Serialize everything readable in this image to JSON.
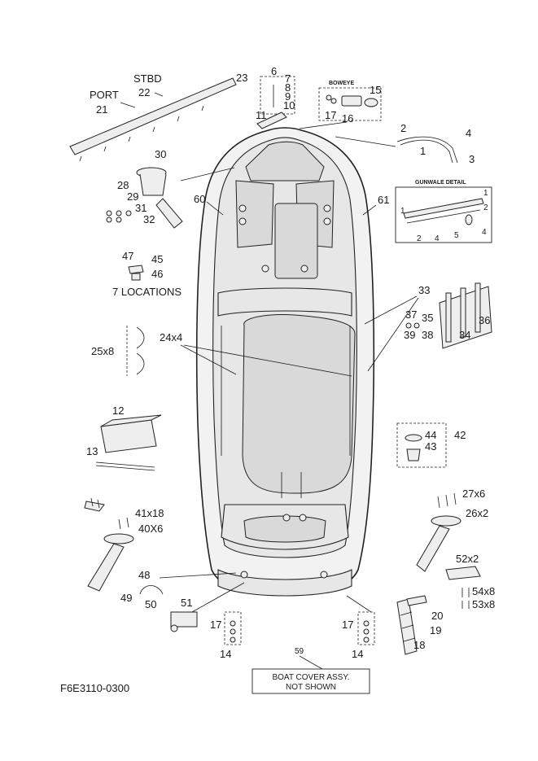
{
  "diagram": {
    "code": "F6E3110-0300",
    "callouts": {
      "port": "PORT",
      "stbd": "STBD",
      "c21": "21",
      "c22": "22",
      "c23": "23",
      "c6": "6",
      "c7": "7",
      "c8": "8",
      "c9": "9",
      "c10": "10",
      "c11": "11",
      "boweye": "BOWEYE",
      "c15": "15",
      "c16": "16",
      "c17_top": "17",
      "c2": "2",
      "c1": "1",
      "c4": "4",
      "c3": "3",
      "gunwale_detail": "GUNWALE DETAIL",
      "gd1a": "1",
      "gd1b": "1",
      "gd2a": "2",
      "gd2b": "2",
      "gd4a": "4",
      "gd4b": "4",
      "gd5": "5",
      "c30": "30",
      "c28": "28",
      "c29": "29",
      "c31": "31",
      "c32": "32",
      "c60": "60",
      "c61": "61",
      "c47": "47",
      "c45": "45",
      "c46": "46",
      "seven_locations": "7 LOCATIONS",
      "c33": "33",
      "c37": "37",
      "c35": "35",
      "c36": "36",
      "c39": "39",
      "c38": "38",
      "c34": "34",
      "c25x8": "25x8",
      "c24x4": "24x4",
      "c12": "12",
      "c13": "13",
      "c44": "44",
      "c43": "43",
      "c42": "42",
      "c27x6": "27x6",
      "c26x2": "26x2",
      "c41x18": "41x18",
      "c40x6": "40X6",
      "c52x2": "52x2",
      "c54x8": "54x8",
      "c53x8": "53x8",
      "c48": "48",
      "c49": "49",
      "c50": "50",
      "c51": "51",
      "c20": "20",
      "c19": "19",
      "c18": "18",
      "c17_left": "17",
      "c14_left": "14",
      "c17_right": "17",
      "c14_right": "14",
      "c59": "59",
      "boat_cover_line1": "BOAT COVER ASSY.",
      "boat_cover_line2": "NOT SHOWN"
    }
  }
}
